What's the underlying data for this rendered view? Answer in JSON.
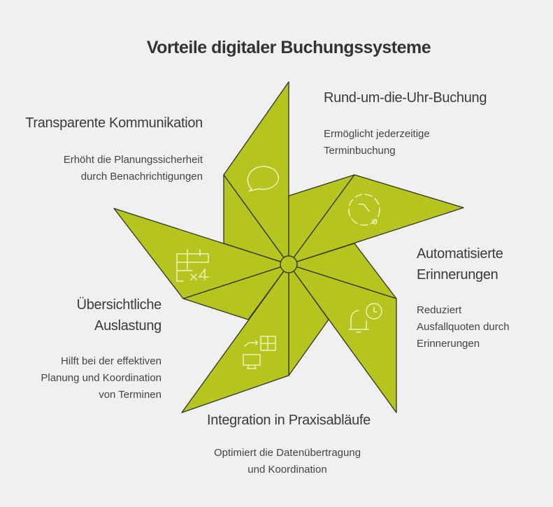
{
  "title": "Vorteile digitaler Buchungssysteme",
  "colors": {
    "blade": "#b6c41f",
    "stroke": "#2f3320",
    "icon": "#eef2b8",
    "background": "#f0f0f0"
  },
  "items": [
    {
      "heading": [
        "Rund-um-die-Uhr-Buchung"
      ],
      "description": [
        "Ermöglicht jederzeitige",
        "Terminbuchung"
      ],
      "icon": "clock-icon"
    },
    {
      "heading": [
        "Transparente Kommunikation"
      ],
      "description": [
        "Erhöht die Planungssicherheit",
        "durch Benachrichtigungen"
      ],
      "icon": "speech-bubble-icon"
    },
    {
      "heading": [
        "Automatisierte",
        "Erinnerungen"
      ],
      "description": [
        "Reduziert",
        "Ausfallquoten durch",
        "Erinnerungen"
      ],
      "icon": "bell-clock-icon"
    },
    {
      "heading": [
        "Übersichtliche",
        "Auslastung"
      ],
      "description": [
        "Hilft bei der effektiven",
        "Planung und Koordination",
        "von Terminen"
      ],
      "icon": "calendar-grid-icon"
    },
    {
      "heading": [
        "Integration in Praxisabläufe"
      ],
      "description": [
        "Optimiert die Datenübertragung",
        "und Koordination"
      ],
      "icon": "data-sync-icon"
    }
  ]
}
